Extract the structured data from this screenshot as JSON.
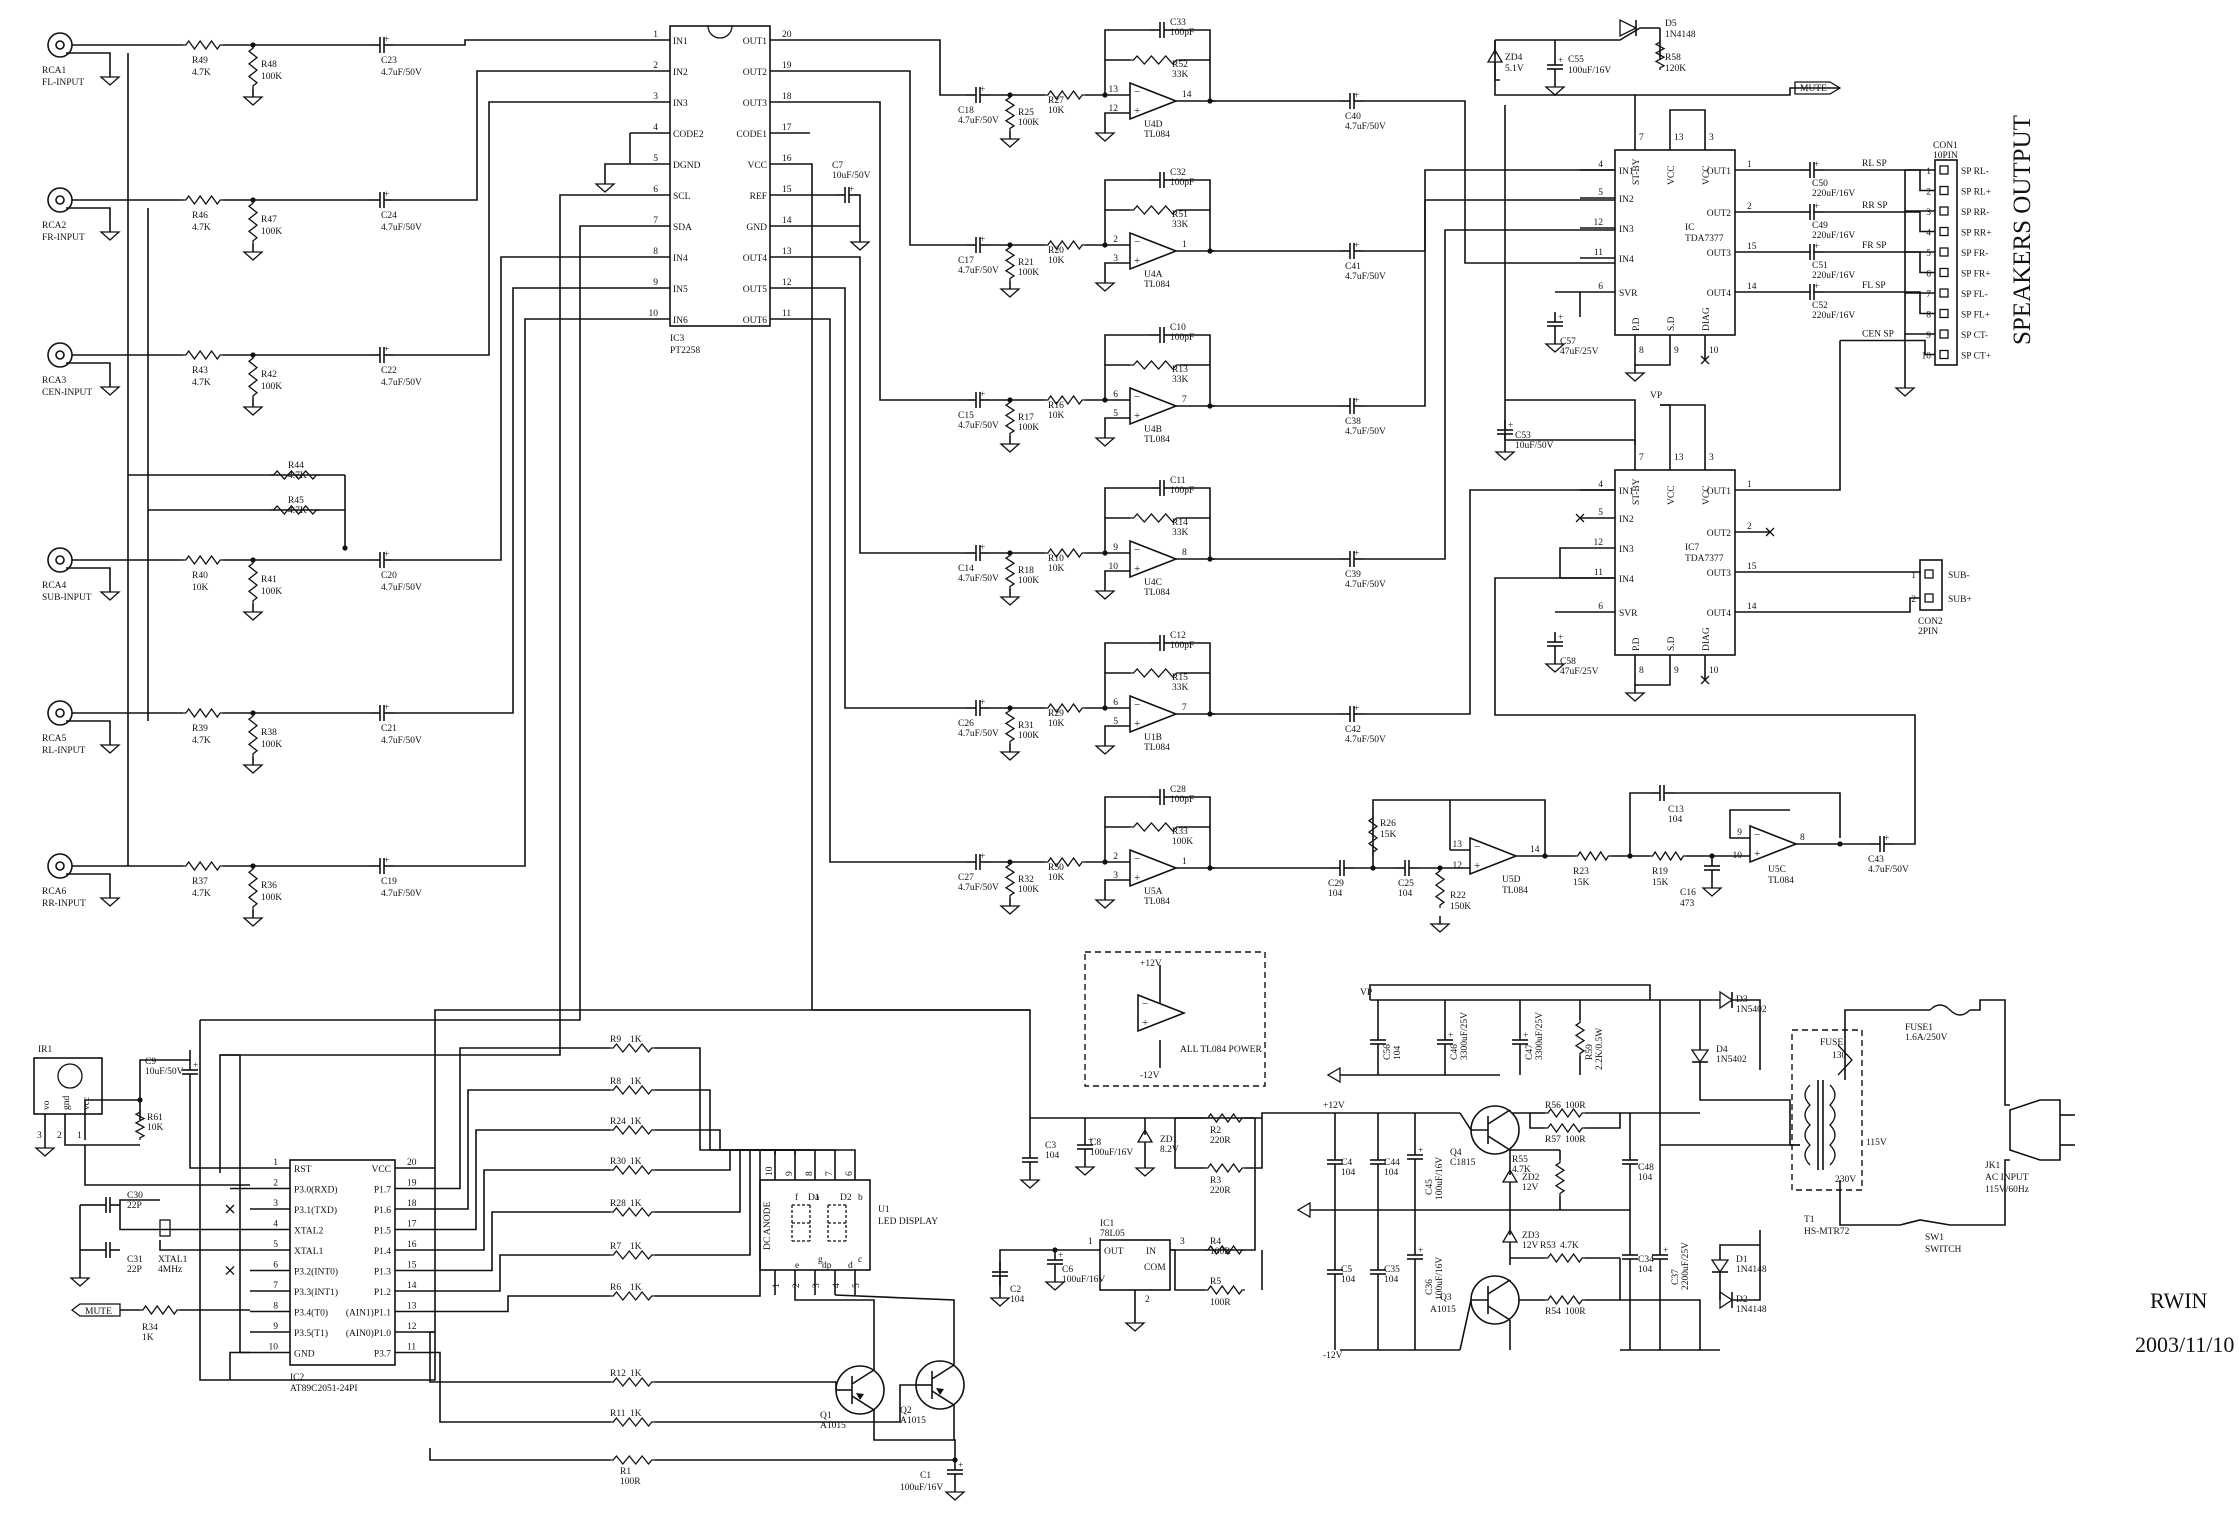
{
  "rca_inputs": [
    {
      "ref": "RCA1",
      "label": "FL-INPUT",
      "r_series": "R49",
      "r_series_val": "4.7K",
      "r_shunt": "R48",
      "r_shunt_val": "100K",
      "cap": "C23",
      "cap_val": "4.7uF/50V"
    },
    {
      "ref": "RCA2",
      "label": "FR-INPUT",
      "r_series": "R46",
      "r_series_val": "4.7K",
      "r_shunt": "R47",
      "r_shunt_val": "100K",
      "cap": "C24",
      "cap_val": "4.7uF/50V"
    },
    {
      "ref": "RCA3",
      "label": "CEN-INPUT",
      "r_series": "R43",
      "r_series_val": "4.7K",
      "r_shunt": "R42",
      "r_shunt_val": "100K",
      "cap": "C22",
      "cap_val": "4.7uF/50V"
    },
    {
      "ref": "RCA4",
      "label": "SUB-INPUT",
      "r_series": "R40",
      "r_series_val": "10K",
      "r_shunt": "R41",
      "r_shunt_val": "100K",
      "cap": "C20",
      "cap_val": "4.7uF/50V"
    },
    {
      "ref": "RCA5",
      "label": "RL-INPUT",
      "r_series": "R39",
      "r_series_val": "4.7K",
      "r_shunt": "R38",
      "r_shunt_val": "100K",
      "cap": "C21",
      "cap_val": "4.7uF/50V"
    },
    {
      "ref": "RCA6",
      "label": "RR-INPUT",
      "r_series": "R37",
      "r_series_val": "4.7K",
      "r_shunt": "R36",
      "r_shunt_val": "100K",
      "cap": "C19",
      "cap_val": "4.7uF/50V"
    }
  ],
  "mix": {
    "r44": "R44",
    "r44_val": "4.7K",
    "r45": "R45",
    "r45_val": "4.7K"
  },
  "ic3": {
    "ref": "IC3",
    "name": "PT2258",
    "left_pins": [
      [
        "1",
        "IN1"
      ],
      [
        "2",
        "IN2"
      ],
      [
        "3",
        "IN3"
      ],
      [
        "4",
        "CODE2"
      ],
      [
        "5",
        "DGND"
      ],
      [
        "6",
        "SCL"
      ],
      [
        "7",
        "SDA"
      ],
      [
        "8",
        "IN4"
      ],
      [
        "9",
        "IN5"
      ],
      [
        "10",
        "IN6"
      ]
    ],
    "right_pins": [
      [
        "20",
        "OUT1"
      ],
      [
        "19",
        "OUT2"
      ],
      [
        "18",
        "OUT3"
      ],
      [
        "17",
        "CODE1"
      ],
      [
        "16",
        "VCC"
      ],
      [
        "15",
        "REF"
      ],
      [
        "14",
        "GND"
      ],
      [
        "13",
        "OUT4"
      ],
      [
        "12",
        "OUT5"
      ],
      [
        "11",
        "OUT6"
      ]
    ]
  },
  "c7": {
    "ref": "C7",
    "val": "10uF/50V"
  },
  "op_stages": [
    {
      "cin": "C18",
      "cin_val": "4.7uF/50V",
      "rin": "R27",
      "rin_val": "10K",
      "rsh": "R25",
      "rsh_val": "100K",
      "cf": "C33",
      "cf_val": "100pF",
      "rf": "R52",
      "rf_val": "33K",
      "u": "U4D",
      "part": "TL084",
      "pin_m": "13",
      "pin_p": "12",
      "pin_o": "14",
      "cout": "C40",
      "cout_val": "4.7uF/50V"
    },
    {
      "cin": "C17",
      "cin_val": "4.7uF/50V",
      "rin": "R20",
      "rin_val": "10K",
      "rsh": "R21",
      "rsh_val": "100K",
      "cf": "C32",
      "cf_val": "100pF",
      "rf": "R51",
      "rf_val": "33K",
      "u": "U4A",
      "part": "TL084",
      "pin_m": "2",
      "pin_p": "3",
      "pin_o": "1",
      "cout": "C41",
      "cout_val": "4.7uF/50V"
    },
    {
      "cin": "C15",
      "cin_val": "4.7uF/50V",
      "rin": "R16",
      "rin_val": "10K",
      "rsh": "R17",
      "rsh_val": "100K",
      "cf": "C10",
      "cf_val": "100pF",
      "rf": "R13",
      "rf_val": "33K",
      "u": "U4B",
      "part": "TL084",
      "pin_m": "6",
      "pin_p": "5",
      "pin_o": "7",
      "cout": "C38",
      "cout_val": "4.7uF/50V"
    },
    {
      "cin": "C14",
      "cin_val": "4.7uF/50V",
      "rin": "R10",
      "rin_val": "10K",
      "rsh": "R18",
      "rsh_val": "100K",
      "cf": "C11",
      "cf_val": "100pF",
      "rf": "R14",
      "rf_val": "33K",
      "u": "U4C",
      "part": "TL084",
      "pin_m": "9",
      "pin_p": "10",
      "pin_o": "8",
      "cout": "C39",
      "cout_val": "4.7uF/50V"
    },
    {
      "cin": "C26",
      "cin_val": "4.7uF/50V",
      "rin": "R29",
      "rin_val": "10K",
      "rsh": "R31",
      "rsh_val": "100K",
      "cf": "C12",
      "cf_val": "100pF",
      "rf": "R15",
      "rf_val": "33K",
      "u": "U1B",
      "part": "TL084",
      "pin_m": "6",
      "pin_p": "5",
      "pin_o": "7",
      "cout": "C42",
      "cout_val": "4.7uF/50V"
    },
    {
      "cin": "C27",
      "cin_val": "4.7uF/50V",
      "rin": "R50",
      "rin_val": "10K",
      "rsh": "R32",
      "rsh_val": "100K",
      "cf": "C28",
      "cf_val": "100pF",
      "rf": "R33",
      "rf_val": "100K",
      "u": "U5A",
      "part": "TL084",
      "pin_m": "2",
      "pin_p": "3",
      "pin_o": "1",
      "cout": "",
      "cout_val": ""
    }
  ],
  "sub_filter": {
    "c29": "C29",
    "c29_val": "104",
    "c25": "C25",
    "c25_val": "104",
    "r26": "R26",
    "r26_val": "15K",
    "r22": "R22",
    "r22_val": "150K",
    "u5d": "U5D",
    "u5d_part": "TL084",
    "u5d_pins": [
      "13",
      "12",
      "14"
    ],
    "r23": "R23",
    "r23_val": "15K",
    "r19": "R19",
    "r19_val": "15K",
    "c13": "C13",
    "c13_val": "104",
    "c16": "C16",
    "c16_val": "473",
    "u5c": "U5C",
    "u5c_part": "TL084",
    "u5c_pins": [
      "9",
      "10",
      "8"
    ],
    "c43": "C43",
    "c43_val": "4.7uF/50V"
  },
  "tda1": {
    "ref": "IC",
    "name": "TDA7377",
    "left_pins": [
      [
        "4",
        "IN1"
      ],
      [
        "5",
        "IN2"
      ],
      [
        "12",
        "IN3"
      ],
      [
        "11",
        "IN4"
      ],
      [
        "6",
        "SVR"
      ]
    ],
    "right_pins": [
      [
        "1",
        "OUT1"
      ],
      [
        "2",
        "OUT2"
      ],
      [
        "15",
        "OUT3"
      ],
      [
        "14",
        "OUT4"
      ]
    ],
    "top_pins": [
      [
        "7",
        "ST-BY"
      ],
      [
        "13",
        "VCC"
      ],
      [
        "3",
        "VCC"
      ]
    ],
    "bottom_pins": [
      [
        "8",
        "P.D"
      ],
      [
        "9",
        "S.D"
      ],
      [
        "10",
        "DIAG"
      ]
    ]
  },
  "tda2": {
    "ref": "IC7",
    "name": "TDA7377",
    "left_pins": [
      [
        "4",
        "IN1"
      ],
      [
        "5",
        "IN2"
      ],
      [
        "12",
        "IN3"
      ],
      [
        "11",
        "IN4"
      ],
      [
        "6",
        "SVR"
      ]
    ],
    "right_pins": [
      [
        "1",
        "OUT1"
      ],
      [
        "2",
        "OUT2"
      ],
      [
        "15",
        "OUT3"
      ],
      [
        "14",
        "OUT4"
      ]
    ],
    "top_pins": [
      [
        "7",
        "ST-BY"
      ],
      [
        "13",
        "VCC"
      ],
      [
        "3",
        "VCC"
      ]
    ],
    "bottom_pins": [
      [
        "8",
        "P.D"
      ],
      [
        "9",
        "S.D"
      ],
      [
        "10",
        "DIAG"
      ]
    ]
  },
  "standby": {
    "zd4": "ZD4",
    "zd4_val": "5.1V",
    "c55": "C55",
    "c55_val": "100uF/16V",
    "d5": "D5",
    "d5_val": "1N4148",
    "r58": "R58",
    "r58_val": "120K",
    "mute": "MUTE"
  },
  "tda_caps": {
    "c57": "C57",
    "c57_val": "47uF/25V",
    "c58": "C58",
    "c58_val": "47uF/25V",
    "c53": "C53",
    "c53_val": "10uF/50V",
    "vp": "VP"
  },
  "out_caps": [
    {
      "ref": "C50",
      "val": "220uF/16V",
      "net": "RL SP"
    },
    {
      "ref": "C49",
      "val": "220uF/16V",
      "net": "RR SP"
    },
    {
      "ref": "C51",
      "val": "220uF/16V",
      "net": "FR SP"
    },
    {
      "ref": "C52",
      "val": "220uF/16V",
      "net": "FL SP"
    },
    {
      "ref": "",
      "val": "",
      "net": "CEN SP"
    }
  ],
  "con1": {
    "ref": "CON1",
    "type": "10PIN",
    "title": "SPEAKERS OUTPUT",
    "pins": [
      "SP RL-",
      "SP RL+",
      "SP RR-",
      "SP RR+",
      "SP FR-",
      "SP FR+",
      "SP FL-",
      "SP FL+",
      "SP CT-",
      "SP CT+"
    ]
  },
  "con2": {
    "ref": "CON2",
    "type": "2PIN",
    "pins": [
      "SUB-",
      "SUB+"
    ]
  },
  "tl084_power": {
    "plus": "+12V",
    "minus": "-12V",
    "label": "ALL TL084 POWER"
  },
  "mcu": {
    "ref": "IC2",
    "name": "AT89C2051-24PI",
    "left_pins": [
      [
        "1",
        "RST"
      ],
      [
        "2",
        "P3.0(RXD)"
      ],
      [
        "3",
        "P3.1(TXD)"
      ],
      [
        "4",
        "XTAL2"
      ],
      [
        "5",
        "XTAL1"
      ],
      [
        "6",
        "P3.2(INT0)"
      ],
      [
        "7",
        "P3.3(INT1)"
      ],
      [
        "8",
        "P3.4(T0)"
      ],
      [
        "9",
        "P3.5(T1)"
      ],
      [
        "10",
        "GND"
      ]
    ],
    "right_pins": [
      [
        "20",
        "VCC"
      ],
      [
        "19",
        "P1.7"
      ],
      [
        "18",
        "P1.6"
      ],
      [
        "17",
        "P1.5"
      ],
      [
        "16",
        "P1.4"
      ],
      [
        "15",
        "P1.3"
      ],
      [
        "14",
        "P1.2"
      ],
      [
        "13",
        "(AIN1)P1.1"
      ],
      [
        "12",
        "(AIN0)P1.0"
      ],
      [
        "11",
        "P3.7"
      ]
    ]
  },
  "ir": {
    "ref": "IR1",
    "pins": [
      "vo",
      "gnd",
      "vcc"
    ],
    "nums": [
      "3",
      "2",
      "1"
    ]
  },
  "mcu_parts": {
    "c9": "C9",
    "c9_val": "10uF/50V",
    "r61": "R61",
    "r61_val": "10K",
    "c30": "C30",
    "c30_val": "22P",
    "c31": "C31",
    "c31_val": "22P",
    "xtal": "XTAL1",
    "xtal_val": "4MHz",
    "r34": "R34",
    "r34_val": "1K",
    "mute": "MUTE"
  },
  "seg_resistors": [
    {
      "ref": "R9",
      "val": "1K"
    },
    {
      "ref": "R8",
      "val": "1K"
    },
    {
      "ref": "R24",
      "val": "1K"
    },
    {
      "ref": "R30",
      "val": "1K"
    },
    {
      "ref": "R28",
      "val": "1K"
    },
    {
      "ref": "R7",
      "val": "1K"
    },
    {
      "ref": "R6",
      "val": "1K"
    },
    {
      "ref": "R12",
      "val": "1K"
    },
    {
      "ref": "R11",
      "val": "1K"
    }
  ],
  "display": {
    "ref": "U1",
    "name": "LED DISPLAY",
    "d1": "D1",
    "d2": "D2",
    "anode": "DC ANODE",
    "top_pins": [
      "10",
      "9",
      "8",
      "7",
      "6"
    ],
    "bottom_pins": [
      "1",
      "2",
      "3",
      "4",
      "5"
    ],
    "segs": [
      "a",
      "b",
      "c",
      "d",
      "e",
      "f",
      "g",
      "dp"
    ]
  },
  "transistors": {
    "q1": "Q1",
    "q1_val": "A1015",
    "q2": "Q2",
    "q2_val": "A1015",
    "r1": "R1",
    "r1_val": "100R",
    "c1": "C1",
    "c1_val": "100uF/16V"
  },
  "reg5": {
    "ref": "IC1",
    "name": "78L05",
    "pin_in": "IN",
    "pin_out": "OUT",
    "pin_com": "COM",
    "n3": "3",
    "n1": "1",
    "n2": "2",
    "c3": "C3",
    "c3_val": "104",
    "c8": "C8",
    "c8_val": "100uF/16V",
    "zd1": "ZD1",
    "zd1_val": "8.2V",
    "r2": "R2",
    "r2_val": "220R",
    "r3": "R3",
    "r3_val": "220R",
    "r4": "R4",
    "r4_val": "100R",
    "r5": "R5",
    "r5_val": "100R",
    "c2": "C2",
    "c2_val": "104",
    "c6": "C6",
    "c6_val": "100uF/16V"
  },
  "psu": {
    "vp": "VP",
    "p12": "+12V",
    "m12": "-12V",
    "c56": "C56",
    "c56_val": "104",
    "c46": "C46",
    "c46_val": "3300uF/25V",
    "c47": "C47",
    "c47_val": "3300uF/25V",
    "r59": "R59",
    "r59_val": "2.2K/0.5W",
    "c4": "C4",
    "c4_val": "104",
    "c44": "C44",
    "c44_val": "104",
    "c45": "C45",
    "c45_val": "100uF/16V",
    "q4": "Q4",
    "q4_val": "C1815",
    "r56": "R56",
    "r56_val": "100R",
    "r57": "R57",
    "r57_val": "100R",
    "zd2": "ZD2",
    "zd2_val": "12V",
    "r55": "R55",
    "r55_val": "4.7K",
    "c48": "C48",
    "c48_val": "104",
    "c5": "C5",
    "c5_val": "104",
    "c35": "C35",
    "c35_val": "104",
    "c36": "C36",
    "c36_val": "100uF/16V",
    "zd3": "ZD3",
    "zd3_val": "12V",
    "r53": "R53",
    "r53_val": "4.7K",
    "q3": "Q3",
    "q3_val": "A1015",
    "r54": "R54",
    "r54_val": "100R",
    "c34": "C34",
    "c34_val": "104",
    "c37": "C37",
    "c37_val": "2200uF/25V",
    "d3": "D3",
    "d3_val": "1N5402",
    "d4": "D4",
    "d4_val": "1N5402",
    "d1": "D1",
    "d1_val": "1N4148",
    "d2": "D2",
    "d2_val": "1N4148"
  },
  "mains": {
    "t1": "T1",
    "t1_val": "HS-MTR72",
    "v115": "115V",
    "v230": "230V",
    "fuse": "FUSE",
    "fuse_val": "130",
    "fuse1": "FUSE1",
    "fuse1_val": "1.6A/250V",
    "sw1": "SW1",
    "sw1_val": "SWITCH",
    "jk1": "JK1",
    "jk1_val": "AC INPUT",
    "jk1_val2": "115V/60Hz"
  },
  "footer": {
    "company": "RWIN",
    "date": "2003/11/10"
  }
}
